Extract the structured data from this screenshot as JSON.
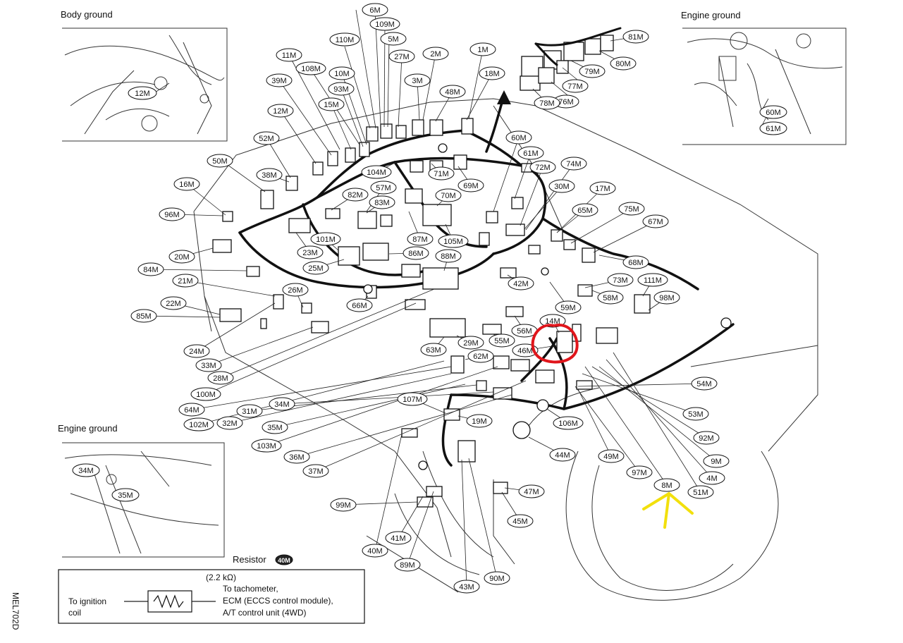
{
  "insets": {
    "body_ground": {
      "title": "Body ground",
      "labels": [
        "12M"
      ]
    },
    "engine_ground_top": {
      "title": "Engine ground",
      "labels": [
        "60M",
        "61M"
      ]
    },
    "engine_ground_bottom": {
      "title": "Engine ground",
      "labels": [
        "34M",
        "35M"
      ]
    }
  },
  "resistor": {
    "title": "Resistor",
    "badge": "40M",
    "value": "(2.2 kΩ)",
    "left_line1": "To ignition",
    "left_line2": "coil",
    "right_line1": "To tachometer,",
    "right_line2": "ECM (ECCS control module),",
    "right_line3": "A/T control unit (4WD)"
  },
  "figure_code": "MEL702D",
  "annotations": {
    "red_circle_color": "#e0151b",
    "yellow_arrow_color": "#f2e00c"
  },
  "connector_labels": [
    "6M",
    "109M",
    "5M",
    "110M",
    "27M",
    "2M",
    "1M",
    "11M",
    "108M",
    "10M",
    "39M",
    "93M",
    "3M",
    "48M",
    "18M",
    "15M",
    "12M",
    "52M",
    "50M",
    "38M",
    "104M",
    "71M",
    "69M",
    "60M",
    "61M",
    "72M",
    "74M",
    "16M",
    "57M",
    "82M",
    "83M",
    "70M",
    "30M",
    "17M",
    "96M",
    "65M",
    "75M",
    "67M",
    "101M",
    "87M",
    "105M",
    "23M",
    "86M",
    "88M",
    "20M",
    "25M",
    "84M",
    "21M",
    "26M",
    "42M",
    "73M",
    "111M",
    "68M",
    "58M",
    "98M",
    "22M",
    "66M",
    "59M",
    "14M",
    "85M",
    "56M",
    "55M",
    "46M",
    "29M",
    "62M",
    "63M",
    "24M",
    "33M",
    "28M",
    "100M",
    "64M",
    "31M",
    "34M",
    "102M",
    "32M",
    "35M",
    "107M",
    "19M",
    "106M",
    "54M",
    "53M",
    "92M",
    "103M",
    "36M",
    "37M",
    "44M",
    "49M",
    "9M",
    "97M",
    "4M",
    "8M",
    "51M",
    "47M",
    "99M",
    "45M",
    "41M",
    "40M",
    "89M",
    "43M",
    "90M",
    "81M",
    "80M",
    "79M",
    "77M",
    "76M",
    "78M"
  ]
}
